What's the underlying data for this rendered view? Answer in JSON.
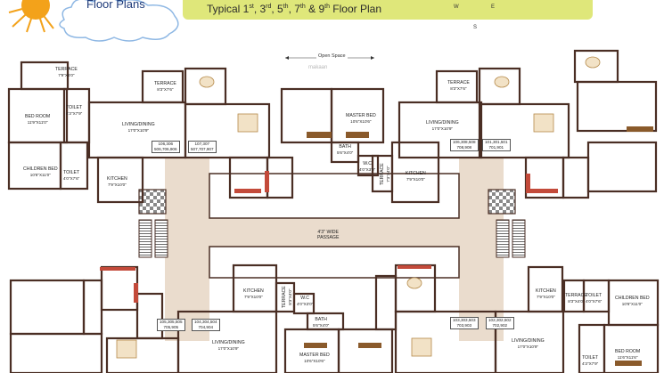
{
  "header": {
    "section_label": "Floor Plans",
    "title_parts": [
      "Typical 1",
      "st",
      ", 3",
      "rd",
      ", 5",
      "th",
      ", 7",
      "th",
      " & 9",
      "th",
      " Floor Plan"
    ]
  },
  "compass": {
    "w": "W",
    "e": "E",
    "s": "S"
  },
  "open_space": "Open Space",
  "watermark": "makaan",
  "passage": {
    "line1": "4'3\" WIDE",
    "line2": "PASSAGE"
  },
  "rooms": {
    "terrace_tl": {
      "name": "TERRACE",
      "dim": "7'9\"X6'0\""
    },
    "bed_tl": {
      "name": "BED ROOM",
      "dim": "11'9\"X11'0\""
    },
    "toilet_tl": {
      "name": "TOILET",
      "dim": "4'3\"X7'9\""
    },
    "terrace_t2": {
      "name": "TERRACE",
      "dim": "8'3\"X7'6\""
    },
    "living_t1": {
      "name": "LIVING/DINING",
      "dim": "17'0\"X10'9\""
    },
    "child_tl": {
      "name": "CHILDREN BED",
      "dim": "10'6\"X11'0\""
    },
    "toilet_tl2": {
      "name": "TOILET",
      "dim": "4'0\"X7'6\""
    },
    "kitchen_t1": {
      "name": "KITCHEN",
      "dim": "7'9\"X10'0\""
    },
    "master_t": {
      "name": "MASTER BED",
      "dim": "10'6\"X10'6\""
    },
    "bath_t": {
      "name": "BATH",
      "dim": "5'6\"X4'0\""
    },
    "wc_t": {
      "name": "W.C",
      "dim": "4'0\"X3'0\""
    },
    "terrace_tv": {
      "name": "TERRACE",
      "dim": "7'3\"X4'0\""
    },
    "terrace_t3": {
      "name": "TERRACE",
      "dim": "8'3\"X7'6\""
    },
    "living_t2": {
      "name": "LIVING/DINING",
      "dim": "17'0\"X10'9\""
    },
    "kitchen_t2": {
      "name": "KITCHEN",
      "dim": "7'9\"X10'0\""
    },
    "kitchen_b1": {
      "name": "KITCHEN",
      "dim": "7'9\"X10'0\""
    },
    "terrace_bv": {
      "name": "TERRACE",
      "dim": "8'3\"X4'0\""
    },
    "wc_b": {
      "name": "W.C",
      "dim": "4'0\"X3'0\""
    },
    "bath_b": {
      "name": "BATH",
      "dim": "5'6\"X4'0\""
    },
    "master_b": {
      "name": "MASTER BED",
      "dim": "10'6\"X10'6\""
    },
    "living_b1": {
      "name": "LIVING/DINING",
      "dim": "17'0\"X10'9\""
    },
    "living_b2": {
      "name": "LIVING/DINING",
      "dim": "17'0\"X10'9\""
    },
    "kitchen_b2": {
      "name": "KITCHEN",
      "dim": "7'9\"X10'0\""
    },
    "terrace_br": {
      "name": "TERRACE",
      "dim": "8'3\"X4'0\""
    },
    "toilet_br": {
      "name": "TOILET",
      "dim": "4'0\"X7'6\""
    },
    "child_br": {
      "name": "CHILDREN BED",
      "dim": "10'6\"X11'0\""
    },
    "toilet_br2": {
      "name": "TOILET",
      "dim": "4'3\"X7'9\""
    },
    "bed_br": {
      "name": "BED ROOM",
      "dim": "11'6\"X11'6\""
    }
  },
  "unit_tags": {
    "u1": {
      "l1": "106,306",
      "l2": "506,706,906"
    },
    "u2": {
      "l1": "107,307",
      "l2": "507,707,907"
    },
    "u3": {
      "l1": "106,308,508",
      "l2": "708,908"
    },
    "u4": {
      "l1": "101,301,501",
      "l2": "701,901"
    },
    "u5": {
      "l1": "105,305,505",
      "l2": "705,905"
    },
    "u6": {
      "l1": "104,304,504",
      "l2": "704,904"
    },
    "u7": {
      "l1": "103,303,503",
      "l2": "703,903"
    },
    "u8": {
      "l1": "102,302,502",
      "l2": "702,902"
    }
  },
  "colors": {
    "wall": "#4a2e24",
    "banner": "#dfe77a",
    "title": "#1f3b7a",
    "floor": "#eadccd",
    "accent": "#c34a3a"
  }
}
